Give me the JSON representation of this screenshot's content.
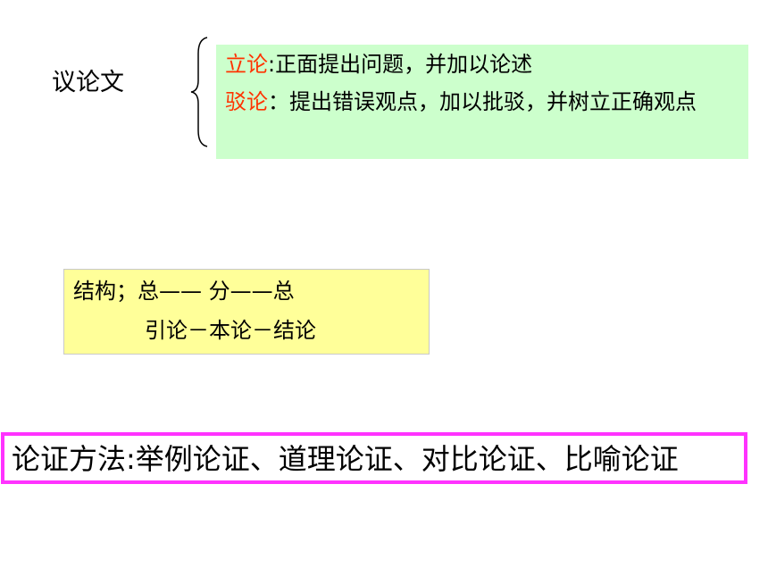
{
  "topic": "议论文",
  "types": [
    {
      "term": "立论",
      "separator": ":",
      "description": "正面提出问题，并加以论述"
    },
    {
      "term": "驳论",
      "separator": "：",
      "description": "提出错误观点，加以批驳，并树立正确观点"
    }
  ],
  "structure": {
    "line1": "结构；总—— 分——总",
    "line2": "引论－本论－结论"
  },
  "methods": "论证方法:举例论证、道理论证、对比论证、比喻论证",
  "colors": {
    "term": "#ff3300",
    "green_box": "#ccffcc",
    "yellow_box": "#ffff99",
    "method_border": "#ff33ff"
  }
}
